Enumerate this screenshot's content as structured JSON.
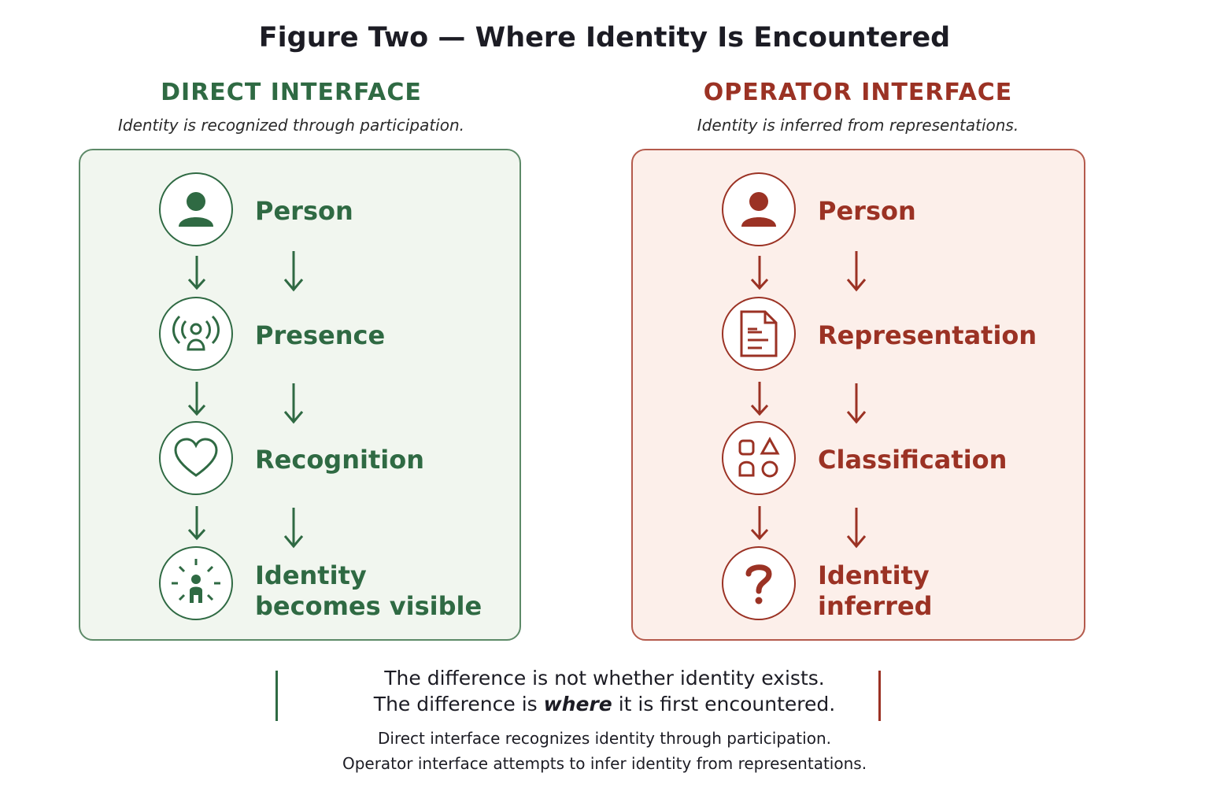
{
  "title": "Figure Two — Where Identity Is Encountered",
  "direct": {
    "heading": "DIRECT INTERFACE",
    "subtitle": "Identity is recognized through participation.",
    "steps": [
      "Person",
      "Presence",
      "Recognition",
      "Identity",
      "becomes visible"
    ],
    "icons": [
      "person-icon",
      "presence-signal-icon",
      "heart-icon",
      "visible-person-icon"
    ],
    "color": "#2f6a43"
  },
  "operator": {
    "heading": "OPERATOR INTERFACE",
    "subtitle": "Identity is inferred from representations.",
    "steps": [
      "Person",
      "Representation",
      "Classification",
      "Identity",
      "inferred"
    ],
    "icons": [
      "person-icon",
      "document-icon",
      "shapes-icon",
      "question-mark-icon"
    ],
    "color": "#9b3224"
  },
  "summary": {
    "line1": "The difference is not whether identity exists.",
    "line2_pre": "The difference is ",
    "line2_em": "where",
    "line2_post": " it is first encountered.",
    "line3": "Direct interface recognizes identity through participation.",
    "line4": "Operator interface attempts to infer identity from representations."
  }
}
